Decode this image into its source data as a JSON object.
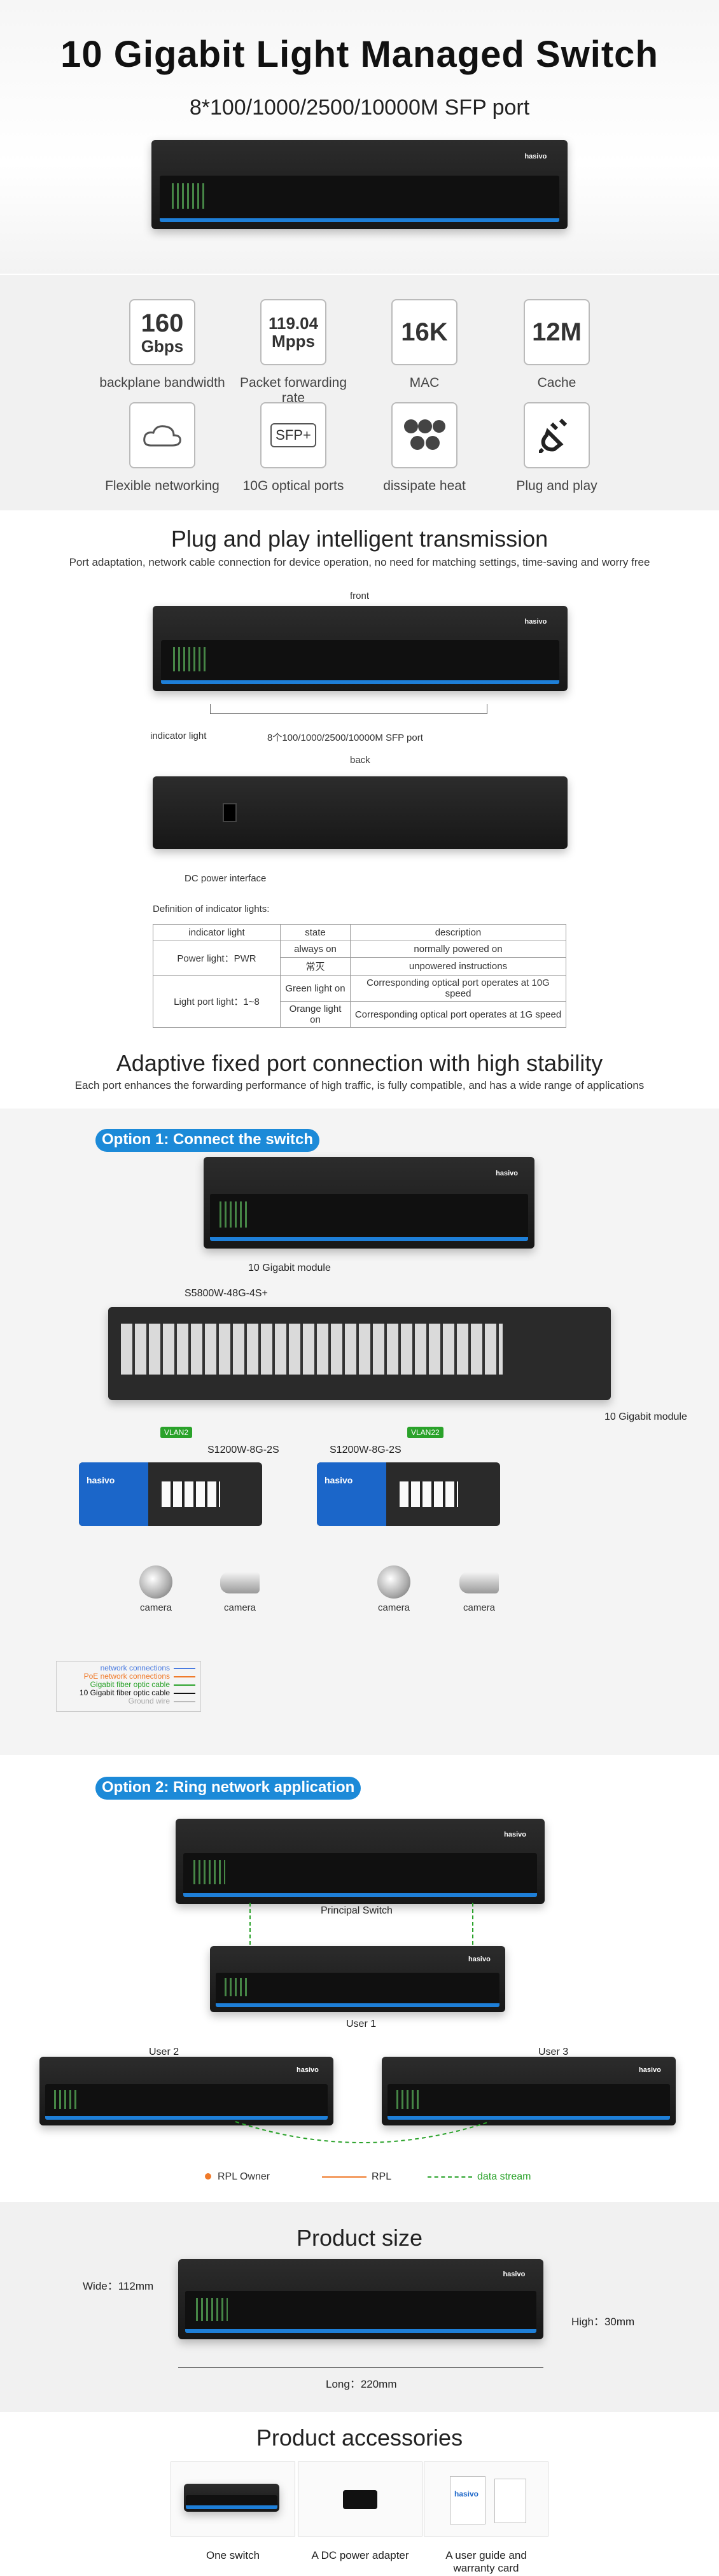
{
  "hero": {
    "title": "10 Gigabit Light Managed Switch",
    "subtitle": "8*100/1000/2500/10000M SFP port"
  },
  "features": [
    {
      "icon_text": "160\nGbps",
      "label": "backplane bandwidth"
    },
    {
      "icon_text": "119.04\nMpps",
      "label": "Packet forwarding rate"
    },
    {
      "icon_text": "16K",
      "label": "MAC"
    },
    {
      "icon_text": "12M",
      "label": "Cache"
    },
    {
      "icon": "cloud-icon",
      "label": "Flexible networking"
    },
    {
      "icon_text": "SFP+",
      "label": "10G optical ports"
    },
    {
      "icon": "fan-icon",
      "label": "dissipate heat"
    },
    {
      "icon": "plug-icon",
      "label": "Plug and play"
    }
  ],
  "plug": {
    "title": "Plug and play intelligent transmission",
    "subtitle": "Port adaptation, network cable connection for device operation, no need for matching settings, time-saving and worry free",
    "front": "front",
    "back": "back",
    "indicator_light": "indicator light",
    "sfp_port": "8个100/1000/2500/10000M SFP port",
    "dc_power": "DC power interface",
    "def_title": "Definition of indicator lights:"
  },
  "table": {
    "header": [
      "indicator light",
      "state",
      "description"
    ],
    "power_label": "Power light：PWR",
    "power_rows": [
      [
        "always on",
        "normally powered on"
      ],
      [
        "常灭",
        "unpowered instructions"
      ]
    ],
    "port_label": "Light port light：1~8",
    "port_rows": [
      [
        "Green light on",
        "Corresponding optical port operates at 10G speed"
      ],
      [
        "Orange light on",
        "Corresponding optical port operates at 1G speed"
      ]
    ]
  },
  "adaptive": {
    "title": "Adaptive fixed port connection with high stability",
    "subtitle": "Each port enhances the forwarding performance of high traffic, is fully compatible, and has a wide range of applications"
  },
  "option1": {
    "title": "Option 1: Connect the switch",
    "module1": "10 Gigabit module",
    "core": "S5800W-48G-4S+",
    "module2": "10 Gigabit module",
    "vlan2": "VLAN2",
    "vlan22": "VLAN22",
    "sw1": "S1200W-8G-2S",
    "sw2": "S1200W-8G-2S",
    "cameras": [
      "camera",
      "camera",
      "camera",
      "camera"
    ],
    "legend": [
      {
        "label": "network connections",
        "color": "#4a7be0"
      },
      {
        "label": "PoE network connections",
        "color": "#f07a2a"
      },
      {
        "label": "Gigabit fiber optic cable",
        "color": "#2aa22a"
      },
      {
        "label": "10 Gigabit fiber optic cable",
        "color": "#111111"
      },
      {
        "label": "Ground wire",
        "color": "#bbbbbb"
      }
    ]
  },
  "option2": {
    "title": "Option 2: Ring network application",
    "principal": "Principal Switch",
    "user1": "User 1",
    "user2": "User 2",
    "user3": "User 3",
    "rpl_owner": "RPL Owner",
    "rpl": "RPL",
    "data_stream": "data stream"
  },
  "size": {
    "title": "Product size",
    "wide": "Wide：112mm",
    "high": "High：30mm",
    "long": "Long：220mm"
  },
  "accessories": {
    "title": "Product accessories",
    "items": [
      "One switch",
      "A DC power adapter",
      "A user guide and warranty card"
    ]
  },
  "brand": "hasivo"
}
